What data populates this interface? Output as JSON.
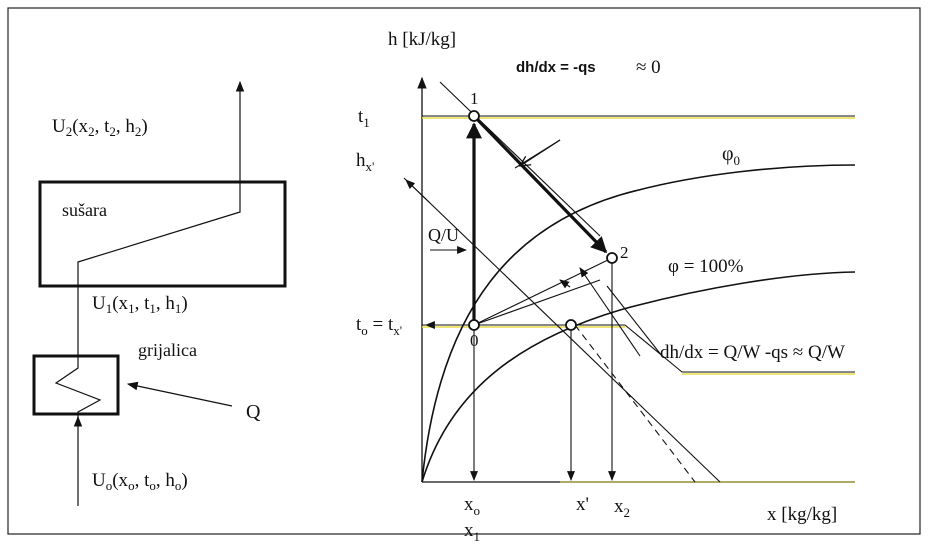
{
  "left": {
    "u2_label": "U",
    "u2_sub": "2",
    "u2_args": "(x",
    "u2_args_sub1": "2",
    "u2_args_mid1": ", t",
    "u2_args_sub2": "2",
    "u2_args_mid2": ", h",
    "u2_args_sub3": "2",
    "u2_args_end": ")",
    "dryer_label": "sušara",
    "u1_label": "U",
    "u1_sub": "1",
    "u1_args": "(x",
    "u1_args_sub1": "1",
    "u1_args_mid1": ", t",
    "u1_args_sub2": "1",
    "u1_args_mid2": ", h",
    "u1_args_sub3": "1",
    "u1_args_end": ")",
    "heater_label": "grijalica",
    "q_label": "Q",
    "u0_label": "U",
    "u0_sub": "o",
    "u0_args": "(x",
    "u0_args_sub1": "o",
    "u0_args_mid1": ", t",
    "u0_args_sub2": "o",
    "u0_args_mid2": ", h",
    "u0_args_sub3": "o",
    "u0_args_end": ")"
  },
  "chart": {
    "y_axis_label": "h [kJ/kg]",
    "x_axis_label": "x [kg/kg]",
    "top_formula": "dh/dx = -qs",
    "top_approx": "≈ 0",
    "t1_label": "t",
    "t1_sub": "1",
    "hx_label": "h",
    "hx_sub": "x'",
    "qu_label": "Q/U",
    "to_label": "t",
    "to_sub": "o",
    "to_eq": " = t",
    "to_eq_sub": "x'",
    "phi0_label": "φ",
    "phi0_sub": "0",
    "phi100_label": "φ = 100%",
    "point1_label": "1",
    "point2_label": "2",
    "point0_label": "0",
    "bottom_formula": "dh/dx = Q/W -qs ≈ Q/W",
    "x0_label": "x",
    "x0_sub": "o",
    "x1_label": "x",
    "x1_sub": "1",
    "xprime_label": "x'",
    "x2_label": "x",
    "x2_sub": "2"
  }
}
